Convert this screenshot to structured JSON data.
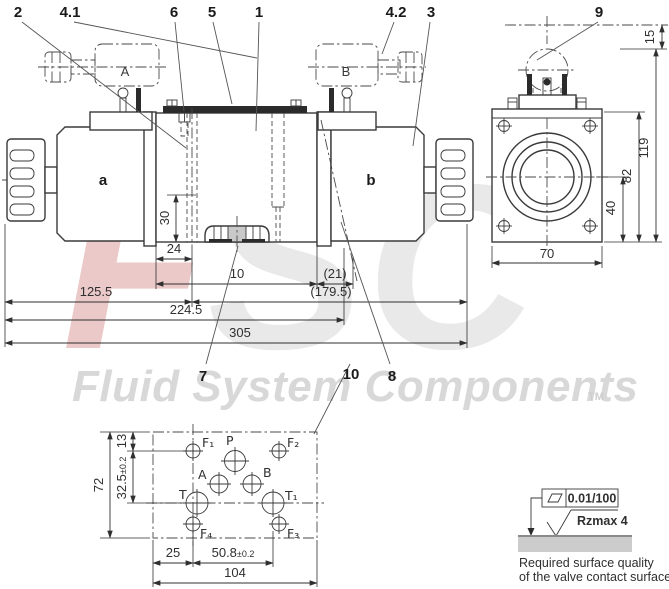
{
  "watermark": {
    "logo_f": "F",
    "logo_s": "S",
    "logo_c": "C",
    "brand": "Fluid System Components",
    "tm": "TM",
    "red": "#ecc9c9",
    "gray": "#e9e9e9"
  },
  "callouts": {
    "n2": "2",
    "n4_1": "4.1",
    "n6": "6",
    "n5": "5",
    "n1": "1",
    "n4_2": "4.2",
    "n3": "3",
    "n9": "9",
    "n7": "7",
    "n10": "10",
    "n8": "8"
  },
  "front_view": {
    "label_a": "a",
    "label_b": "b",
    "connector_a": "A",
    "connector_b": "B",
    "dim_30": "30",
    "dim_24": "24",
    "dim_10": "10",
    "dim_21": "(21)",
    "dim_125_5": "125.5",
    "dim_179_5": "(179.5)",
    "dim_224_5": "224.5",
    "dim_305": "305"
  },
  "side_view": {
    "dim_15": "15",
    "dim_119": "119",
    "dim_82": "82",
    "dim_40": "40",
    "dim_70": "70"
  },
  "port_pattern": {
    "port_f1": "F₁",
    "port_p": "P",
    "port_f2": "F₂",
    "port_a": "A",
    "port_b": "B",
    "port_t": "T",
    "port_t1": "T₁",
    "port_f4": "F₄",
    "port_f3": "F₃",
    "dim_13": "13",
    "dim_32_5": "32.5",
    "dim_32_5_tol": "±0.2",
    "dim_72": "72",
    "dim_25": "25",
    "dim_50_8": "50.8",
    "dim_50_8_tol": "±0.2",
    "dim_104": "104"
  },
  "surface_note": {
    "flatness": "0.01/100",
    "roughness": "Rzmax 4",
    "caption1": "Required surface quality",
    "caption2": "of the valve contact surface"
  }
}
